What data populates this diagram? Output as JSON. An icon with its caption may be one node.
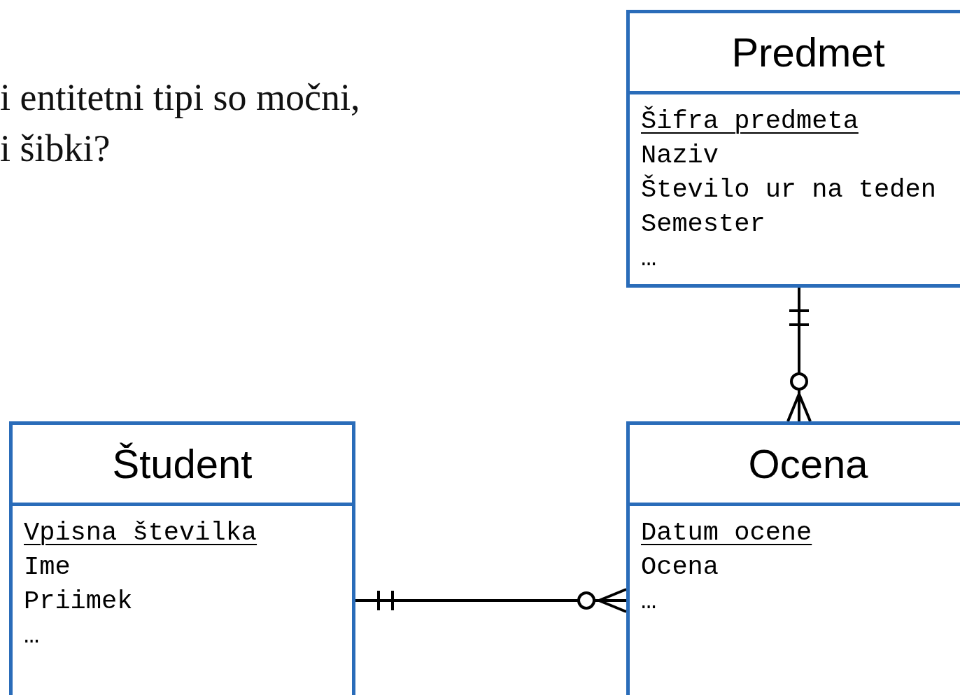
{
  "diagram": {
    "nodes": [
      {
        "text": [
          "Predmet",
          "Šifra predmeta",
          "Naziv",
          "Število ur na teden",
          "Semester",
          "…"
        ]
      },
      {
        "text": [
          "Študent",
          "Vpisna številka",
          "Ime",
          "Priimek",
          "…"
        ]
      },
      {
        "text": [
          "Ocena",
          "Datum ocene",
          "Ocena",
          "…"
        ]
      }
    ],
    "edges": [
      {
        "from": 0,
        "to": 2,
        "arrow": "other"
      },
      {
        "from": 1,
        "to": 2,
        "arrow": "other"
      }
    ],
    "labels": [
      "i entitetni tipi so močni,",
      "i šibki?"
    ]
  }
}
